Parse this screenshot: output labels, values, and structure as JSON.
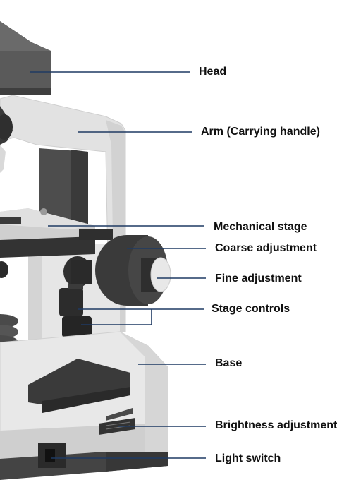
{
  "diagram": {
    "subject": "microscope",
    "labels": {
      "head": "Head",
      "arm": "Arm (Carrying handle)",
      "mechanical_stage": "Mechanical stage",
      "coarse_adjustment": "Coarse adjustment",
      "fine_adjustment": "Fine adjustment",
      "stage_controls": "Stage controls",
      "base": "Base",
      "brightness_adjustment": "Brightness adjustment",
      "light_switch": "Light switch"
    },
    "colors": {
      "leader_line": "#1f3a63",
      "label_text": "#111111",
      "body_light": "#ececec",
      "body_mid": "#c8c8c8",
      "body_dark": "#555555",
      "knob_dark": "#3a3a3a"
    }
  }
}
